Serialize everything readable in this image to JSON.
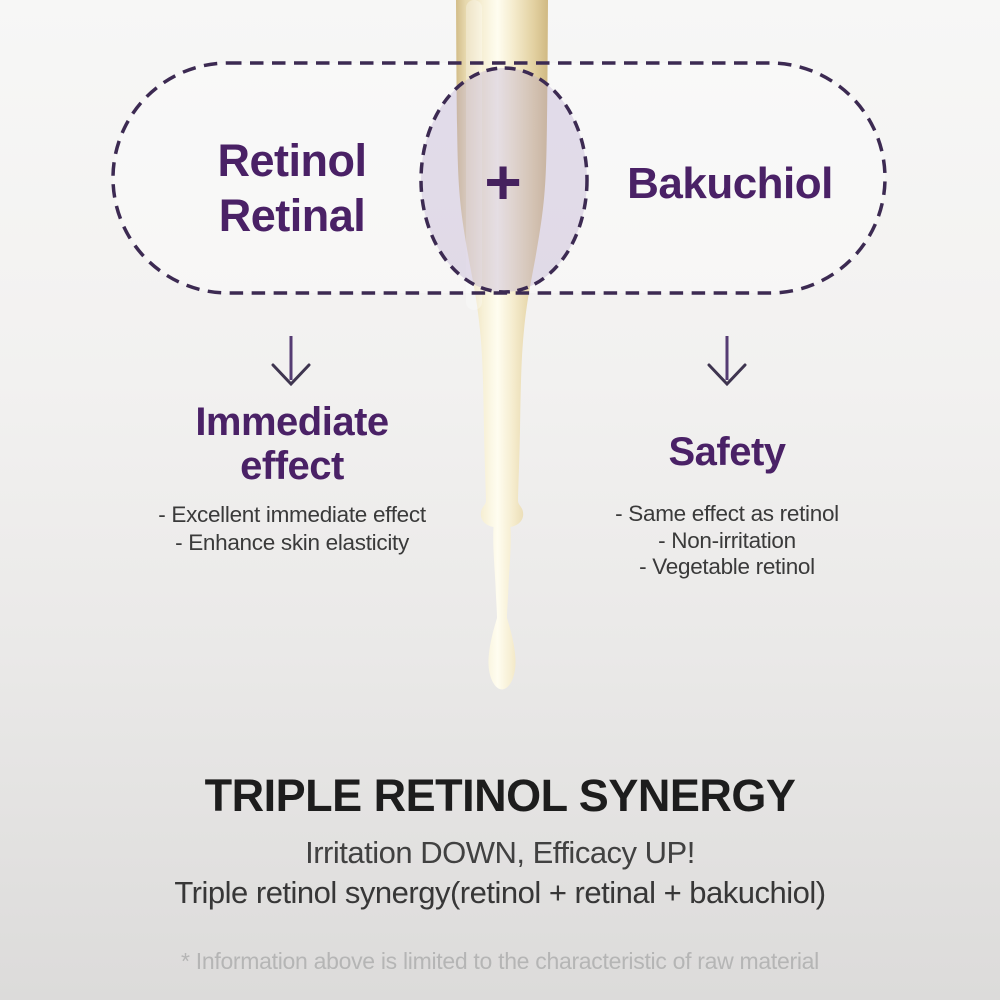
{
  "venn": {
    "left_line1": "Retinol",
    "left_line2": "Retinal",
    "operator": "+",
    "right": "Bakuchiol"
  },
  "columns": {
    "left": {
      "heading_line1": "Immediate",
      "heading_line2": "effect",
      "bullets": [
        "- Excellent immediate effect",
        "- Enhance skin elasticity"
      ]
    },
    "right": {
      "heading": "Safety",
      "bullets": [
        "- Same effect as retinol",
        "- Non-irritation",
        "- Vegetable retinol"
      ]
    }
  },
  "footer": {
    "title": "TRIPLE RETINOL SYNERGY",
    "subtitle1": "Irritation DOWN, Efficacy UP!",
    "subtitle2": "Triple retinol synergy(retinol + retinal + bakuchiol)",
    "disclaimer": "* Information above is limited to the characteristic of raw material"
  },
  "icons": {
    "plus": "+",
    "down_arrow": "↓"
  },
  "colors": {
    "accent_purple": "#4a2166",
    "dash_stroke": "#3c2a52",
    "glass_cream": "#f6efd4",
    "overlay_lavender": "rgba(186,170,208,0.38)",
    "title_black": "#1d1d1d",
    "note_gray": "#b5b5b5"
  }
}
